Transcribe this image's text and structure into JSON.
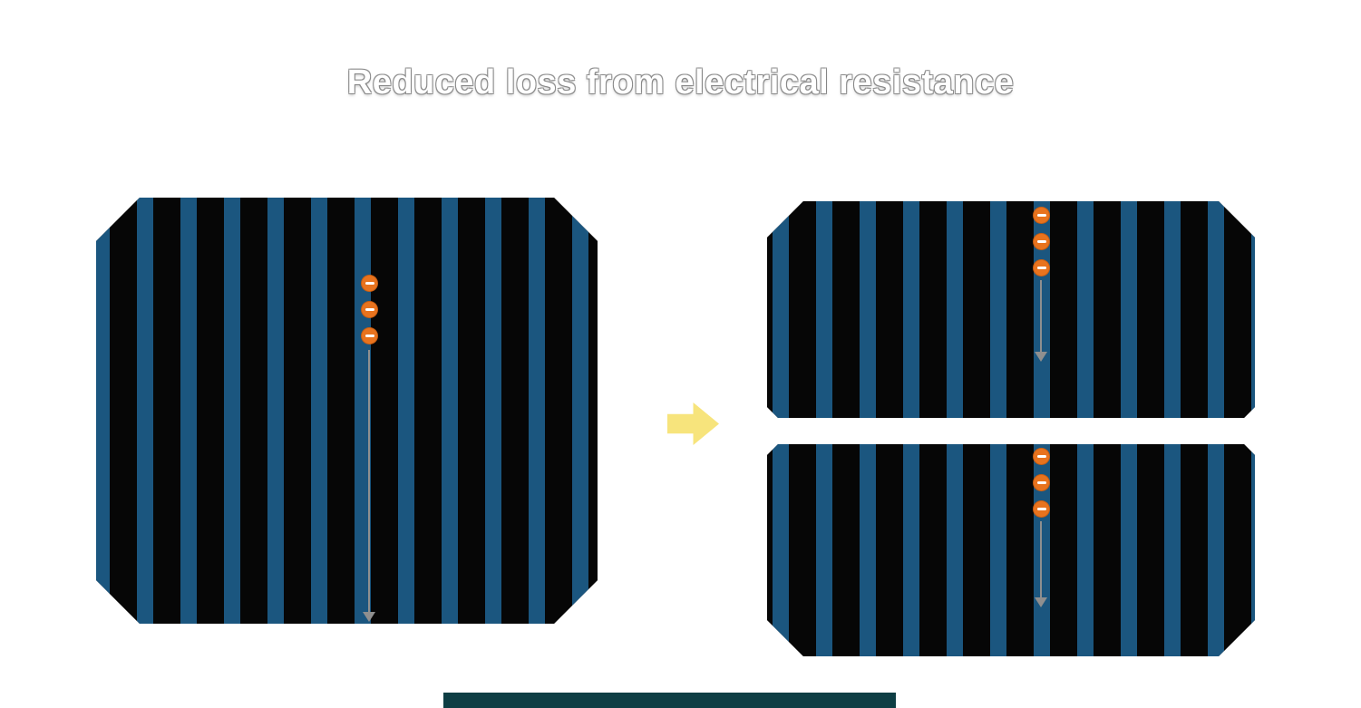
{
  "title": "Reduced loss from electrical resistance",
  "colors": {
    "background": "#ffffff",
    "title_color": "#ffffff",
    "cell_black": "#060606",
    "busbar_blue": "#1b567f",
    "electron_orange": "#e8731e",
    "arrow_gray": "#8f8f8f",
    "transform_arrow_yellow": "#f7e47c",
    "bottom_bar_teal": "#0e3e44"
  },
  "diagram": {
    "description": "A full solar cell transforms into two half-cut cells, each carrying the electron current over a shorter path",
    "electron_symbol": "minus",
    "transform_arrow_direction": "right",
    "panels": [
      {
        "name": "full-solar-cell",
        "type": "full cell",
        "busbar_count": 11,
        "electrons": 3,
        "current_direction": "down"
      },
      {
        "name": "half-cell-top",
        "type": "half cell",
        "busbar_count": 10,
        "electrons": 3,
        "current_direction": "down"
      },
      {
        "name": "half-cell-bottom",
        "type": "half cell",
        "busbar_count": 10,
        "electrons": 3,
        "current_direction": "down"
      }
    ]
  }
}
